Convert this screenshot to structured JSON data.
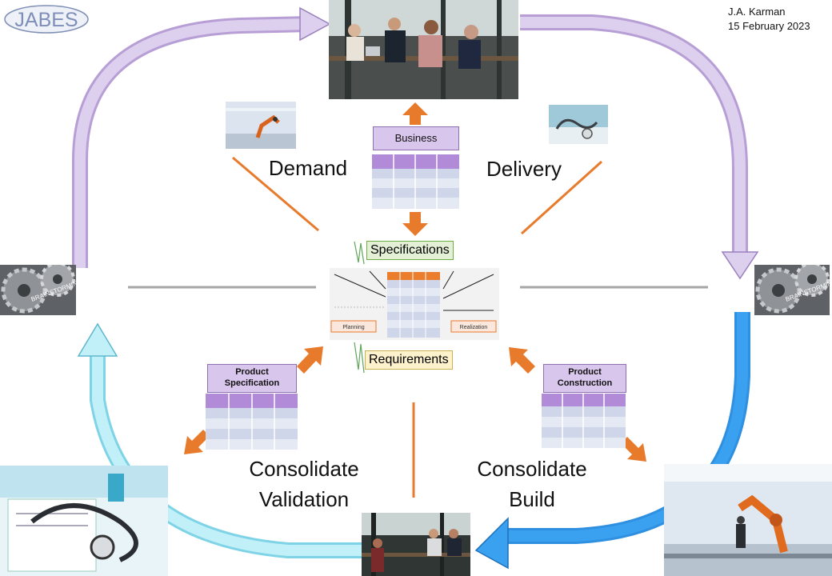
{
  "logo": {
    "text": "JABES"
  },
  "author": {
    "name": "J.A. Karman",
    "date": "15 February 2023"
  },
  "phases": {
    "demand": "Demand",
    "delivery": "Delivery",
    "validation_line1": "Consolidate",
    "validation_line2": "Validation",
    "build_line1": "Consolidate",
    "build_line2": "Build"
  },
  "callouts": {
    "business": "Business",
    "product_spec_line1": "Product",
    "product_spec_line2": "Specification",
    "product_con_line1": "Product",
    "product_con_line2": "Construction"
  },
  "center": {
    "specifications": "Specifications",
    "requirements": "Requirements",
    "planning": "Planning",
    "realization": "Realization",
    "gear_text": "BRAINSTORMING"
  },
  "colors": {
    "purple_arrow": "#c9b7e0",
    "blue_arrow": "#3a9be8",
    "cyan_arrow": "#b9eef6",
    "orange": "#e87a2c",
    "gray_line": "#a6a6a6"
  },
  "icons": [
    "meeting-photo",
    "robot-arm-photo",
    "stethoscope-photo",
    "gears-photo",
    "cycle-arrows"
  ]
}
